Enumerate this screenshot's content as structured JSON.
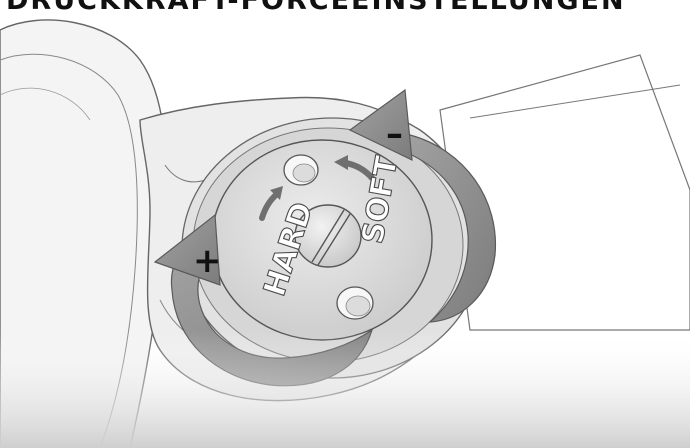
{
  "title": "DRUCKKRAFT-FORCEEINSTELLUNGEN",
  "dial": {
    "label_hard": "HARD",
    "label_soft": "SOFT"
  },
  "indicators": {
    "plus": "+",
    "minus": "–"
  },
  "colors": {
    "arrow_fill": "#8c8c8c",
    "arrow_stroke": "#5a5a5a",
    "dial_fill": "#d9d9d9",
    "sketch_stroke": "#666666",
    "small_arrow": "#6f6f6f"
  }
}
